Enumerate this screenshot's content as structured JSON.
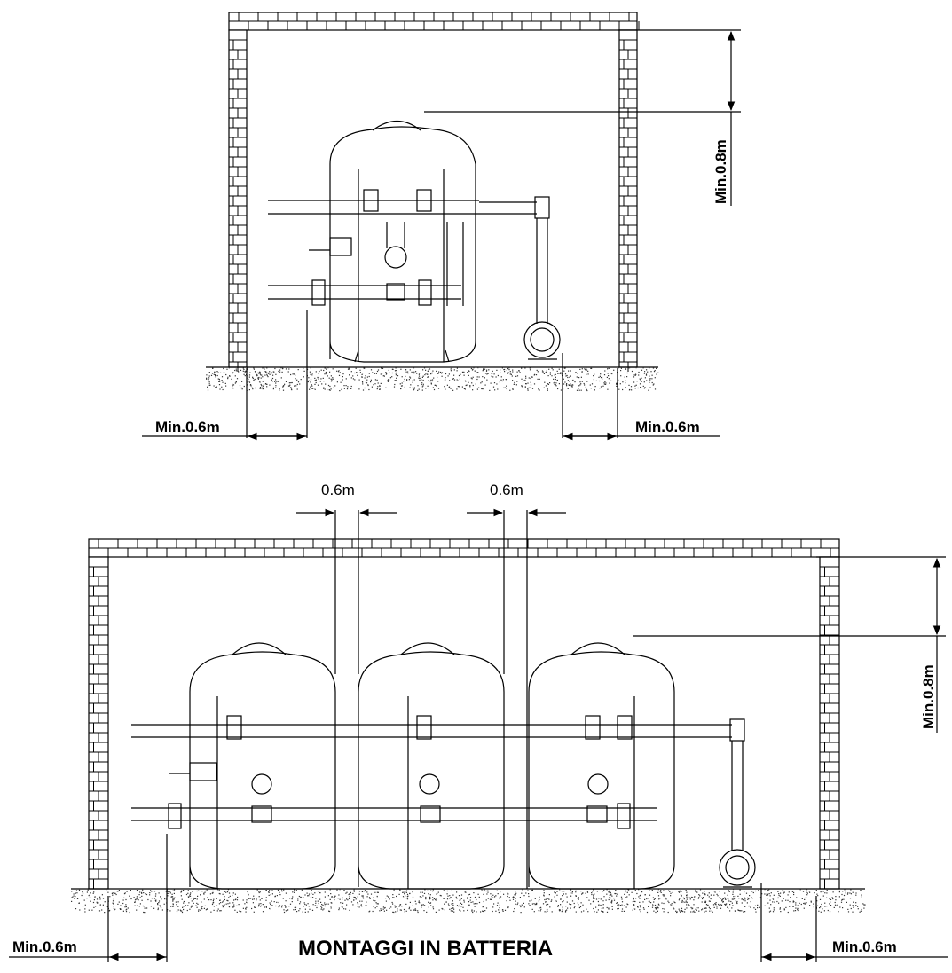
{
  "top_diagram": {
    "height_label": "Min.0.8m",
    "left_clearance_label": "Min.0.6m",
    "right_clearance_label": "Min.0.6m"
  },
  "bottom_diagram": {
    "spacing_label_1": "0.6m",
    "spacing_label_2": "0.6m",
    "height_label": "Min.0.8m",
    "left_clearance_label": "Min.0.6m",
    "right_clearance_label": "Min.0.6m",
    "title": "MONTAGGI IN BATTERIA"
  },
  "colors": {
    "line": "#000000",
    "paper": "#ffffff"
  }
}
